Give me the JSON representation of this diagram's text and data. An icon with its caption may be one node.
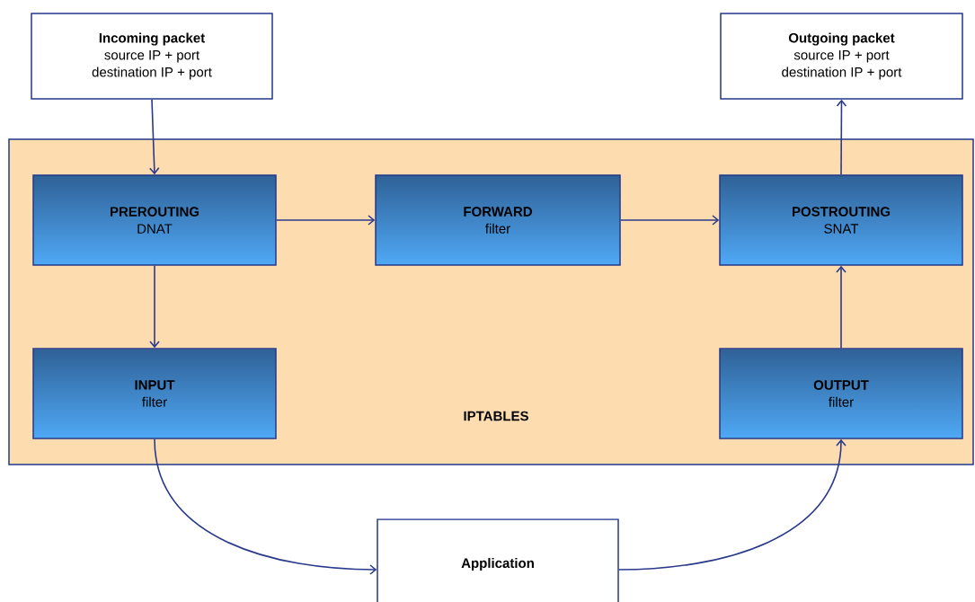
{
  "diagram": {
    "nodes": [
      {
        "text": [
          "Incoming packet",
          "source IP + port",
          "destination IP + port"
        ]
      },
      {
        "text": [
          "IPTABLES"
        ]
      },
      {
        "text": [
          "PREROUTING",
          "DNAT"
        ],
        "in": 1
      },
      {
        "text": [
          "FORWARD",
          "filter"
        ],
        "in": 1
      },
      {
        "text": [
          "POSTROUTING",
          "SNAT"
        ],
        "in": 1
      },
      {
        "text": [
          "INPUT",
          "filter"
        ],
        "in": 1
      },
      {
        "text": [
          "OUTPUT",
          "filter"
        ],
        "in": 1
      },
      {
        "text": [
          "Application"
        ]
      },
      {
        "text": [
          "Outgoing packet",
          "source IP + port",
          "destination IP + port"
        ]
      }
    ],
    "edges": [
      {
        "from": 0,
        "to": 2,
        "arrow": "to"
      },
      {
        "from": 2,
        "to": 3,
        "arrow": "to"
      },
      {
        "from": 3,
        "to": 4,
        "arrow": "to"
      },
      {
        "from": 4,
        "to": 8,
        "arrow": "to"
      },
      {
        "from": 2,
        "to": 5,
        "arrow": "to"
      },
      {
        "from": 5,
        "to": 7,
        "arrow": "to"
      },
      {
        "from": 7,
        "to": 6,
        "arrow": "to"
      },
      {
        "from": 6,
        "to": 4,
        "arrow": "to"
      }
    ]
  }
}
